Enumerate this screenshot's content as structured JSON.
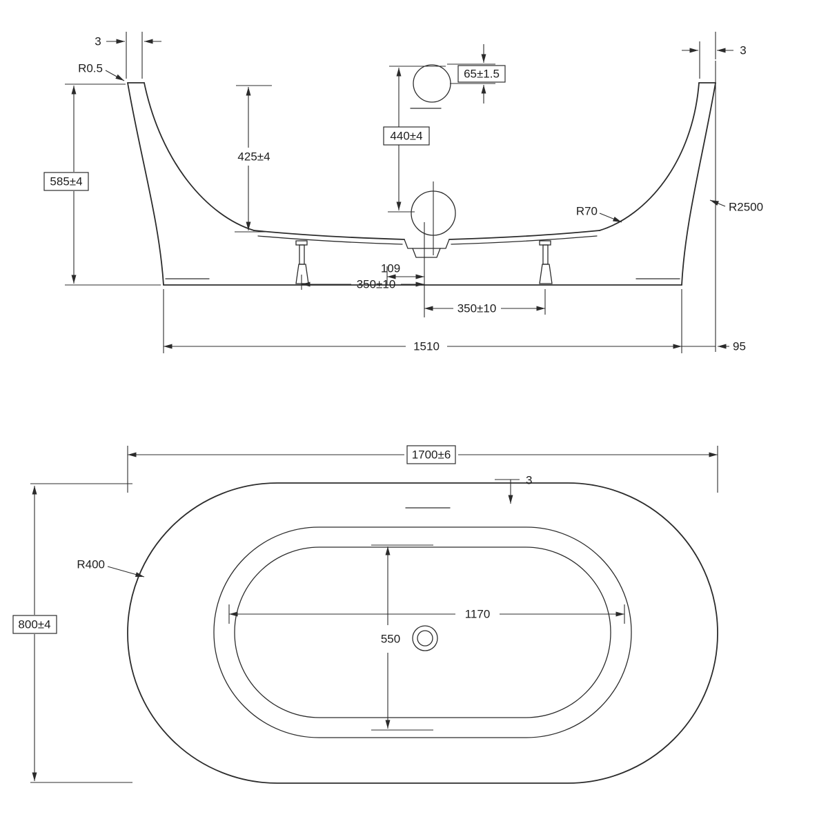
{
  "title": "Bathtub dimensioned technical drawing",
  "colors": {
    "line": "#2b2b2b",
    "text": "#1e1e1e",
    "background": "#ffffff"
  },
  "front_view": {
    "dims": {
      "rim_thickness_left": "3",
      "rim_thickness_right": "3",
      "rim_radius": "R0.5",
      "overall_height": "585±4",
      "rim_to_floor": "425±4",
      "faucet_hole": "65±1.5",
      "rim_to_overflow": "440±4",
      "floor_radius": "R70",
      "wall_radius": "R2500",
      "drain_offset": "109",
      "leg_span_left": "350±10",
      "leg_span_right": "350±10",
      "base_length": "1510",
      "base_to_rim": "95"
    }
  },
  "plan_view": {
    "dims": {
      "overall_length": "1700±6",
      "rim_lip": "3",
      "corner_radius": "R400",
      "overall_width": "800±4",
      "basin_length": "1170",
      "basin_width": "550"
    }
  }
}
